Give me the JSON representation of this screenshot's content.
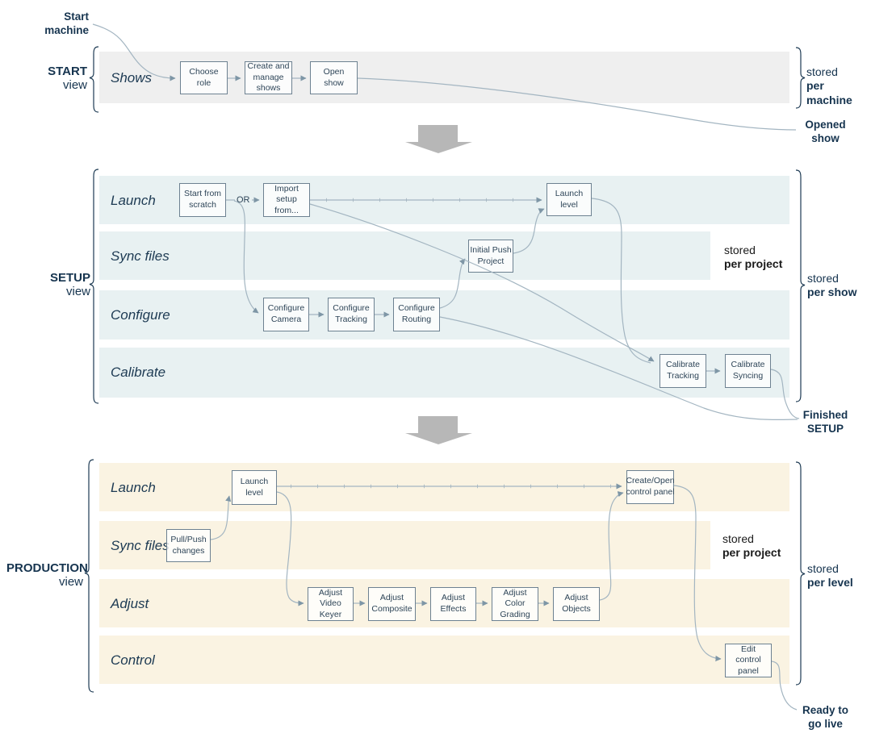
{
  "colors": {
    "navy_text": "#16344f",
    "band_gray": "#efefef",
    "band_blue": "#e8f1f2",
    "band_cream": "#faf3e2",
    "box_border": "#6d8191",
    "connector": "#a3b5c1",
    "big_arrow": "#b7b7b7",
    "dark_text": "#1b1b1b"
  },
  "outer_labels": {
    "start_machine": "Start\nmachine",
    "opened_show": "Opened\nshow",
    "finished_setup": "Finished\nSETUP",
    "ready_to_go_live": "Ready to\ngo live"
  },
  "start_section": {
    "title": "START",
    "subtitle": "view",
    "row_shows": "Shows",
    "box_choose_role": "Choose\nrole",
    "box_create_manage_shows": "Create and\nmanage\nshows",
    "box_open_show": "Open\nshow",
    "stored_label": "stored",
    "stored_scope": "per machine"
  },
  "setup_section": {
    "title": "SETUP",
    "subtitle": "view",
    "row_launch": "Launch",
    "row_sync": "Sync files",
    "row_configure": "Configure",
    "row_calibrate": "Calibrate",
    "or_label": "OR",
    "box_start_from_scratch": "Start from\nscratch",
    "box_import_setup": "Import setup\nfrom...",
    "box_launch_level": "Launch\nlevel",
    "box_initial_push": "Initial Push\nProject",
    "box_configure_camera": "Configure\nCamera",
    "box_configure_tracking": "Configure\nTracking",
    "box_configure_routing": "Configure\nRouting",
    "box_calibrate_tracking": "Calibrate\nTracking",
    "box_calibrate_syncing": "Calibrate\nSyncing",
    "stored_project_label": "stored",
    "stored_project_scope": "per project",
    "stored_show_label": "stored",
    "stored_show_scope": "per show"
  },
  "production_section": {
    "title": "PRODUCTION",
    "subtitle": "view",
    "row_launch": "Launch",
    "row_sync": "Sync files",
    "row_adjust": "Adjust",
    "row_control": "Control",
    "box_launch_level": "Launch\nlevel",
    "box_pull_push": "Pull/Push\nchanges",
    "box_create_open_panel": "Create/Open\ncontrol panel",
    "box_adjust_video_keyer": "Adjust Video\nKeyer",
    "box_adjust_composite": "Adjust\nComposite",
    "box_adjust_effects": "Adjust\nEffects",
    "box_adjust_color_grading": "Adjust Color\nGrading",
    "box_adjust_objects": "Adjust\nObjects",
    "box_edit_control_panel": "Edit\ncontrol panel",
    "stored_project_label": "stored",
    "stored_project_scope": "per project",
    "stored_level_label": "stored",
    "stored_level_scope": "per level"
  }
}
